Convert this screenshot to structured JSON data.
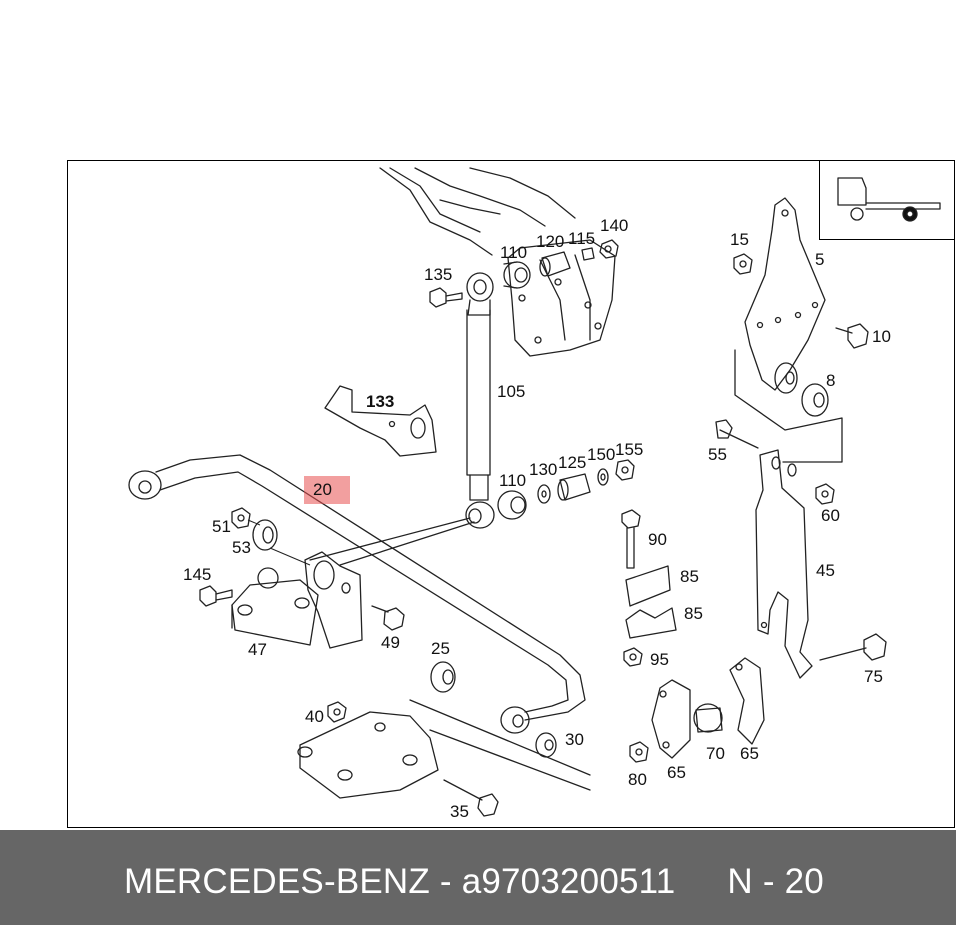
{
  "diagram": {
    "inset": {
      "icon": "truck-axle-icon"
    },
    "highlight": {
      "label": "20",
      "color": "#e85050"
    },
    "callouts": [
      {
        "id": "c-135",
        "text": "135"
      },
      {
        "id": "c-110a",
        "text": "110"
      },
      {
        "id": "c-120",
        "text": "120"
      },
      {
        "id": "c-115",
        "text": "115"
      },
      {
        "id": "c-140",
        "text": "140"
      },
      {
        "id": "c-15",
        "text": "15"
      },
      {
        "id": "c-5",
        "text": "5"
      },
      {
        "id": "c-10",
        "text": "10"
      },
      {
        "id": "c-8",
        "text": "8"
      },
      {
        "id": "c-105",
        "text": "105"
      },
      {
        "id": "c-133",
        "text": "133"
      },
      {
        "id": "c-55",
        "text": "55"
      },
      {
        "id": "c-60",
        "text": "60"
      },
      {
        "id": "c-110b",
        "text": "110"
      },
      {
        "id": "c-130",
        "text": "130"
      },
      {
        "id": "c-125",
        "text": "125"
      },
      {
        "id": "c-150",
        "text": "150"
      },
      {
        "id": "c-155",
        "text": "155"
      },
      {
        "id": "c-51",
        "text": "51"
      },
      {
        "id": "c-53",
        "text": "53"
      },
      {
        "id": "c-90",
        "text": "90"
      },
      {
        "id": "c-85a",
        "text": "85"
      },
      {
        "id": "c-85b",
        "text": "85"
      },
      {
        "id": "c-45",
        "text": "45"
      },
      {
        "id": "c-145",
        "text": "145"
      },
      {
        "id": "c-47",
        "text": "47"
      },
      {
        "id": "c-49",
        "text": "49"
      },
      {
        "id": "c-95",
        "text": "95"
      },
      {
        "id": "c-75",
        "text": "75"
      },
      {
        "id": "c-25",
        "text": "25"
      },
      {
        "id": "c-40",
        "text": "40"
      },
      {
        "id": "c-30",
        "text": "30"
      },
      {
        "id": "c-70",
        "text": "70"
      },
      {
        "id": "c-65a",
        "text": "65"
      },
      {
        "id": "c-65b",
        "text": "65"
      },
      {
        "id": "c-80",
        "text": "80"
      },
      {
        "id": "c-35",
        "text": "35"
      }
    ]
  },
  "footer": {
    "brand": "MERCEDES-BENZ",
    "separator": " - ",
    "part_number": "a9703200511",
    "ref": "N - 20"
  },
  "colors": {
    "footer_bg": "#666666",
    "footer_text": "#ffffff",
    "line": "#222222"
  }
}
